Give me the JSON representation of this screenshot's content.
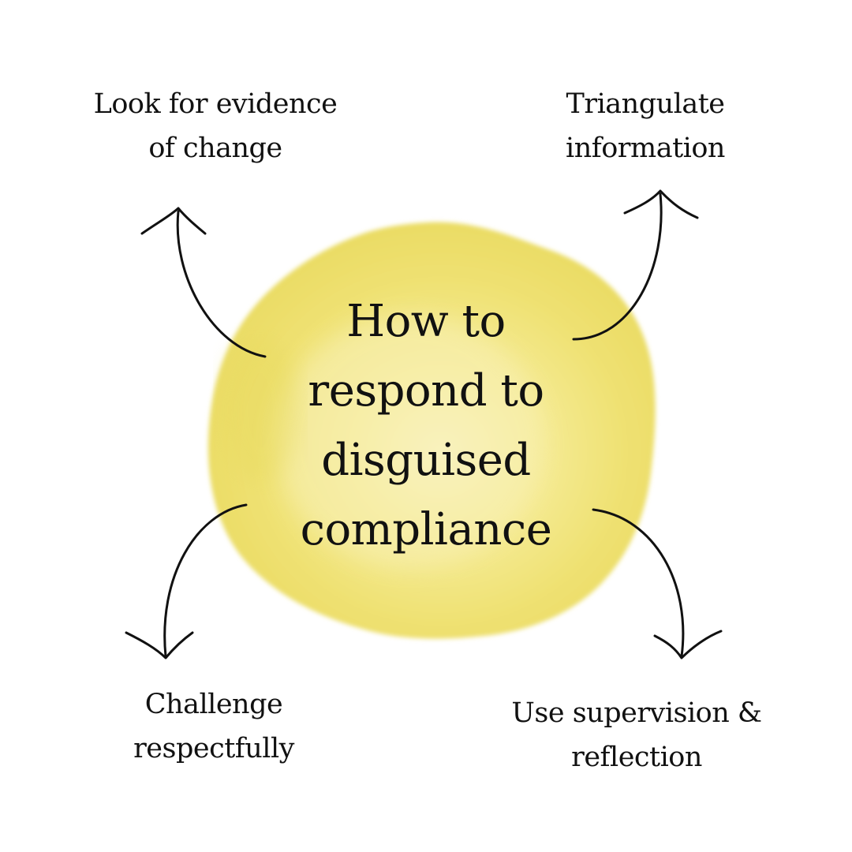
{
  "center": {
    "lines": [
      "How to",
      "respond to",
      "disguised",
      "compliance"
    ],
    "blob_color": "#f1e46a"
  },
  "labels": {
    "top_left": [
      "Look for evidence",
      "of change"
    ],
    "top_right": [
      "Triangulate",
      "information"
    ],
    "bottom_left": [
      "Challenge",
      "respectfully"
    ],
    "bottom_right": [
      "Use supervision &",
      "reflection"
    ]
  },
  "colors": {
    "background": "#ffffff",
    "text": "#111111",
    "arrow": "#111111"
  },
  "icons": [
    "arrow-up-left-icon",
    "arrow-up-right-icon",
    "arrow-down-left-icon",
    "arrow-down-right-icon"
  ]
}
